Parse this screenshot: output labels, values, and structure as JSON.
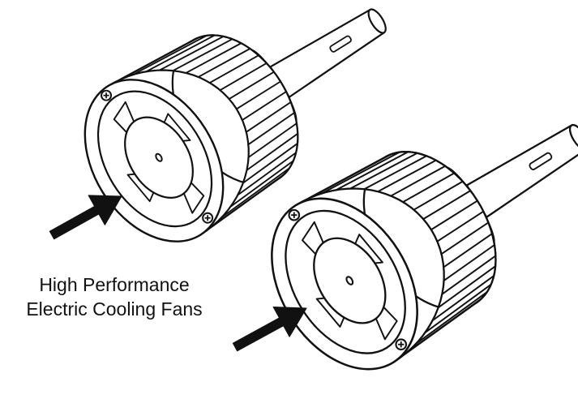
{
  "caption": {
    "line1": "High Performance",
    "line2": "Electric Cooling Fans"
  },
  "colors": {
    "line": "#111111",
    "fill": "#ffffff",
    "arrow": "#111111"
  },
  "illustration": {
    "subject": "two LED headlight bulbs with finned heatsinks and front cooling fans",
    "bulb_count": 2,
    "arrow_count": 2
  }
}
